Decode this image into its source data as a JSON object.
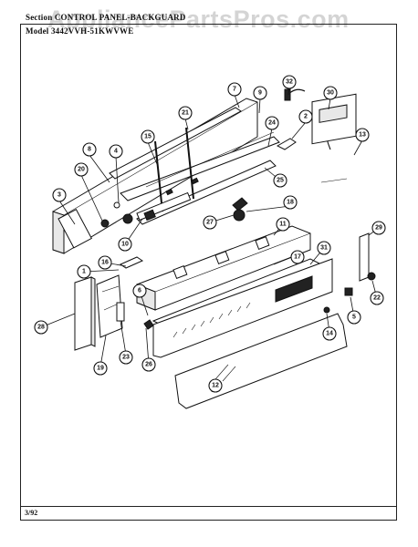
{
  "header": {
    "section_text": "Section CONTROL PANEL-BACKGUARD",
    "model_text": "Model 3442VVH-51KWVWE"
  },
  "footer": {
    "date_code": "3/92"
  },
  "watermark": {
    "text": "AppliancePartsPros.com"
  },
  "callouts": [
    {
      "id": "c7",
      "label": "7"
    },
    {
      "id": "c9",
      "label": "9"
    },
    {
      "id": "c32",
      "label": "32"
    },
    {
      "id": "c30",
      "label": "30"
    },
    {
      "id": "c2",
      "label": "2"
    },
    {
      "id": "c13",
      "label": "13"
    },
    {
      "id": "c21",
      "label": "21"
    },
    {
      "id": "c24",
      "label": "24"
    },
    {
      "id": "c15",
      "label": "15"
    },
    {
      "id": "c8",
      "label": "8"
    },
    {
      "id": "c4",
      "label": "4"
    },
    {
      "id": "c20",
      "label": "20"
    },
    {
      "id": "c25",
      "label": "25"
    },
    {
      "id": "c3",
      "label": "3"
    },
    {
      "id": "c18",
      "label": "18"
    },
    {
      "id": "c27",
      "label": "27"
    },
    {
      "id": "c10a",
      "label": "10"
    },
    {
      "id": "c11",
      "label": "11"
    },
    {
      "id": "c29",
      "label": "29"
    },
    {
      "id": "c16",
      "label": "16"
    },
    {
      "id": "c1",
      "label": "1"
    },
    {
      "id": "c17",
      "label": "17"
    },
    {
      "id": "c31",
      "label": "31"
    },
    {
      "id": "c6",
      "label": "6"
    },
    {
      "id": "c22",
      "label": "22"
    },
    {
      "id": "c28",
      "label": "28"
    },
    {
      "id": "c5",
      "label": "5"
    },
    {
      "id": "c14",
      "label": "14"
    },
    {
      "id": "c23",
      "label": "23"
    },
    {
      "id": "c19",
      "label": "19"
    },
    {
      "id": "c26",
      "label": "26"
    },
    {
      "id": "c12",
      "label": "12"
    }
  ]
}
